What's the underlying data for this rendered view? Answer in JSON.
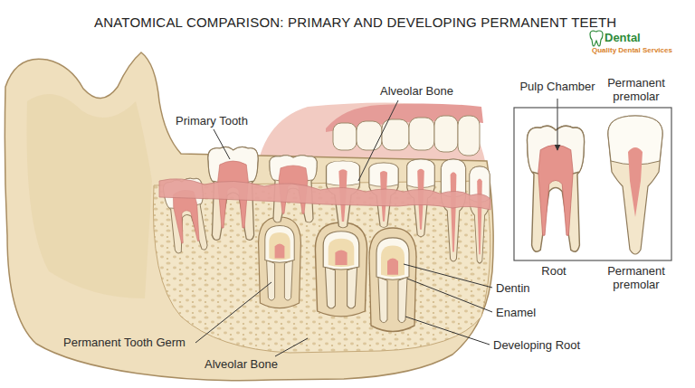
{
  "diagram": {
    "title": "ANATOMICAL COMPARISON: PRIMARY AND DEVELOPING PERMANENT TEETH",
    "nodes": [
      {
        "text": [
          "Pulp Chamber",
          "Permanent premolar",
          "Root",
          "Permanent premolar"
        ]
      }
    ],
    "labels": [
      "Primary Tooth",
      "Alveolar Bone",
      "Permanent Tooth Germ",
      "Alveolar Bone",
      "Dentin",
      "Enamel",
      "Developing Root",
      "Dental",
      "Quality Dental Services"
    ]
  }
}
